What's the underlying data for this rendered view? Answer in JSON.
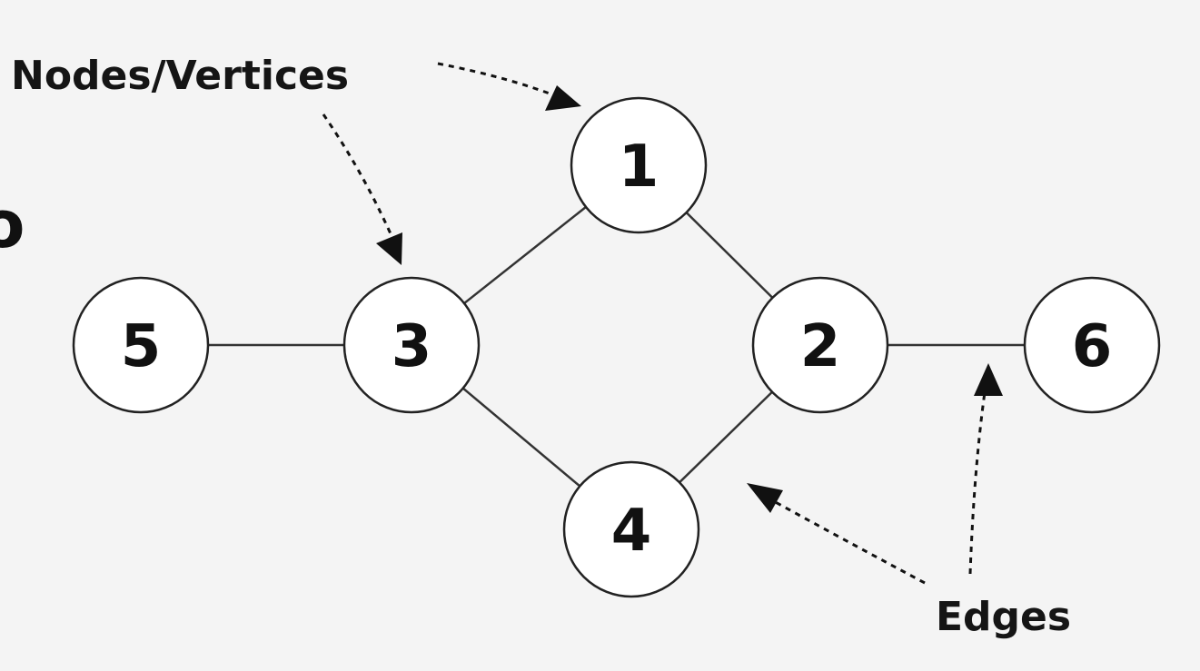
{
  "clipped_edge_text": "o",
  "annotations": {
    "nodes_vertices": "Nodes/Vertices",
    "edges": "Edges"
  },
  "graph": {
    "nodes": [
      "1",
      "2",
      "3",
      "4",
      "5",
      "6"
    ],
    "edges": [
      [
        "5",
        "3"
      ],
      [
        "3",
        "1"
      ],
      [
        "1",
        "2"
      ],
      [
        "3",
        "4"
      ],
      [
        "4",
        "2"
      ],
      [
        "2",
        "6"
      ]
    ]
  },
  "colors": {
    "background": "#f4f4f4",
    "node_fill": "#ffffff",
    "stroke": "#222222",
    "text": "#111111"
  }
}
